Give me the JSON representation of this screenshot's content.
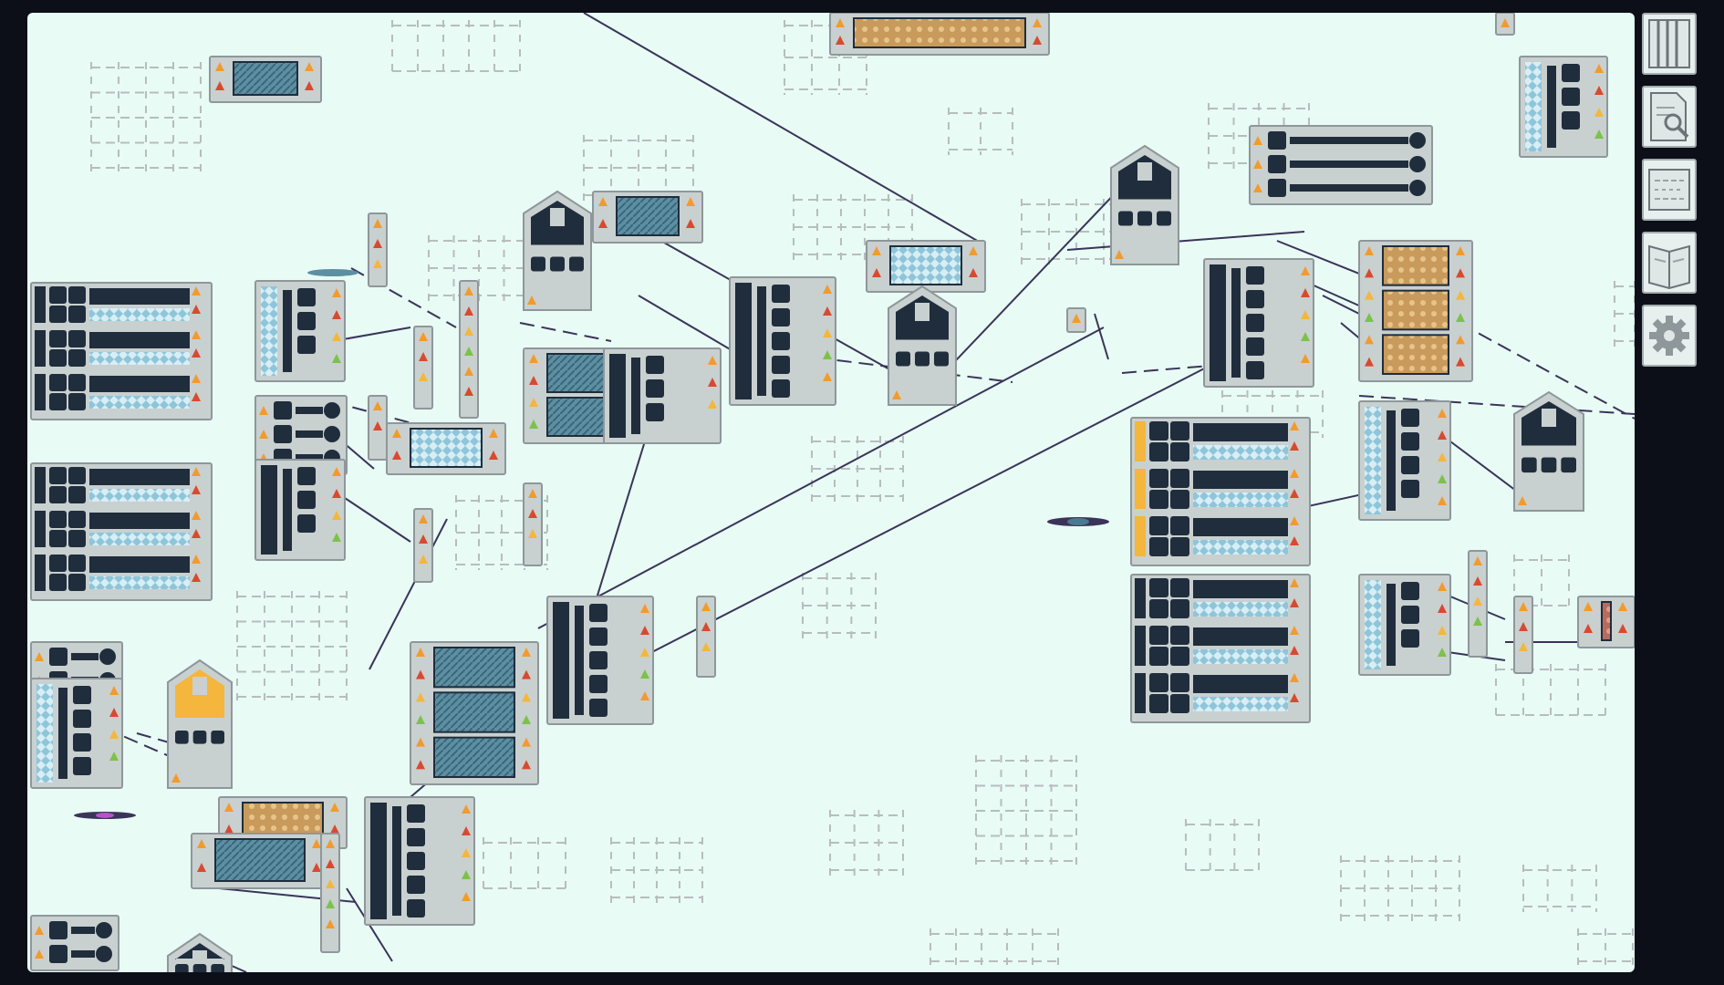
{
  "app": {
    "view": "factory-map",
    "colors": {
      "outer_bg": "#0c0f18",
      "canvas_bg": "#e8fbf5",
      "machine_frame": "#c9d0d0",
      "machine_dark": "#1f2d3c",
      "belt_blue": "#8fc5d9",
      "tank_blue": "#4a7a90",
      "accent_orange": "#f29a2e",
      "accent_red": "#d84a2f",
      "accent_yellow": "#f4b63c",
      "accent_green": "#7bc24a",
      "accent_purple": "#b454c8",
      "wire": "#3a3458",
      "grid_ghost": "#b7bdbd"
    }
  },
  "toolbar": {
    "buttons": [
      {
        "name": "blueprint-library-button",
        "icon": "stacked-pages-icon"
      },
      {
        "name": "search-document-button",
        "icon": "magnifier-document-icon"
      },
      {
        "name": "schematic-button",
        "icon": "schematic-panel-icon"
      },
      {
        "name": "book-button",
        "icon": "open-book-icon"
      },
      {
        "name": "settings-button",
        "icon": "gear-icon"
      }
    ]
  }
}
